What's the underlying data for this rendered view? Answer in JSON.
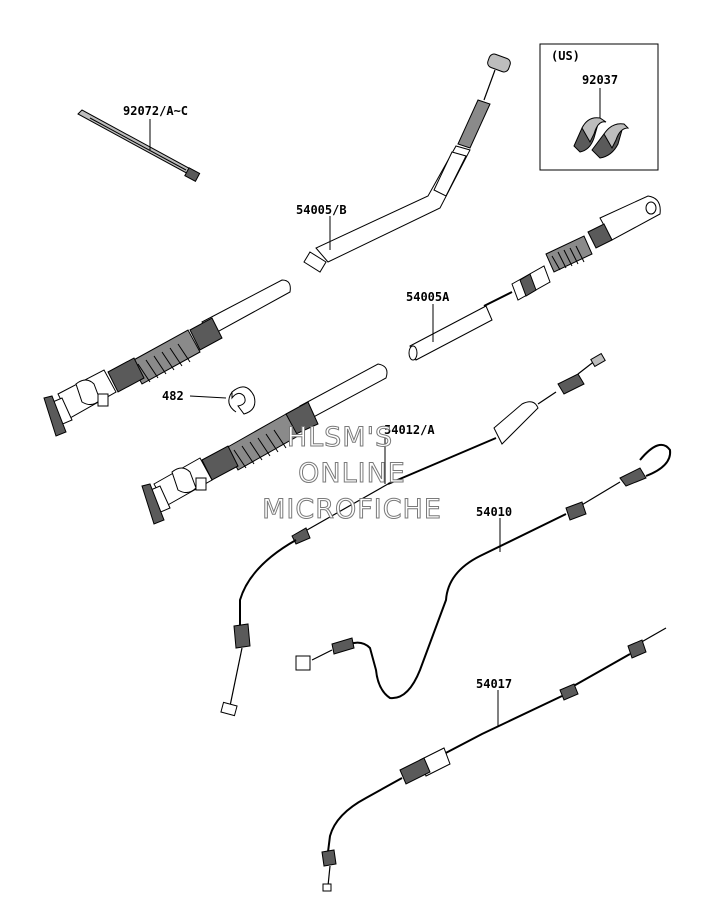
{
  "inset": {
    "title": "(US)"
  },
  "parts": [
    {
      "id": "p-92072",
      "label": "92072/A~C"
    },
    {
      "id": "p-54005b",
      "label": "54005/B"
    },
    {
      "id": "p-54005a",
      "label": "54005A"
    },
    {
      "id": "p-92037",
      "label": "92037"
    },
    {
      "id": "p-482",
      "label": "482"
    },
    {
      "id": "p-54012",
      "label": "54012/A"
    },
    {
      "id": "p-54010",
      "label": "54010"
    },
    {
      "id": "p-54017",
      "label": "54017"
    }
  ],
  "watermark": {
    "line1": "HLSM'S",
    "line2": "ONLINE",
    "line3": "MICROFICHE"
  }
}
